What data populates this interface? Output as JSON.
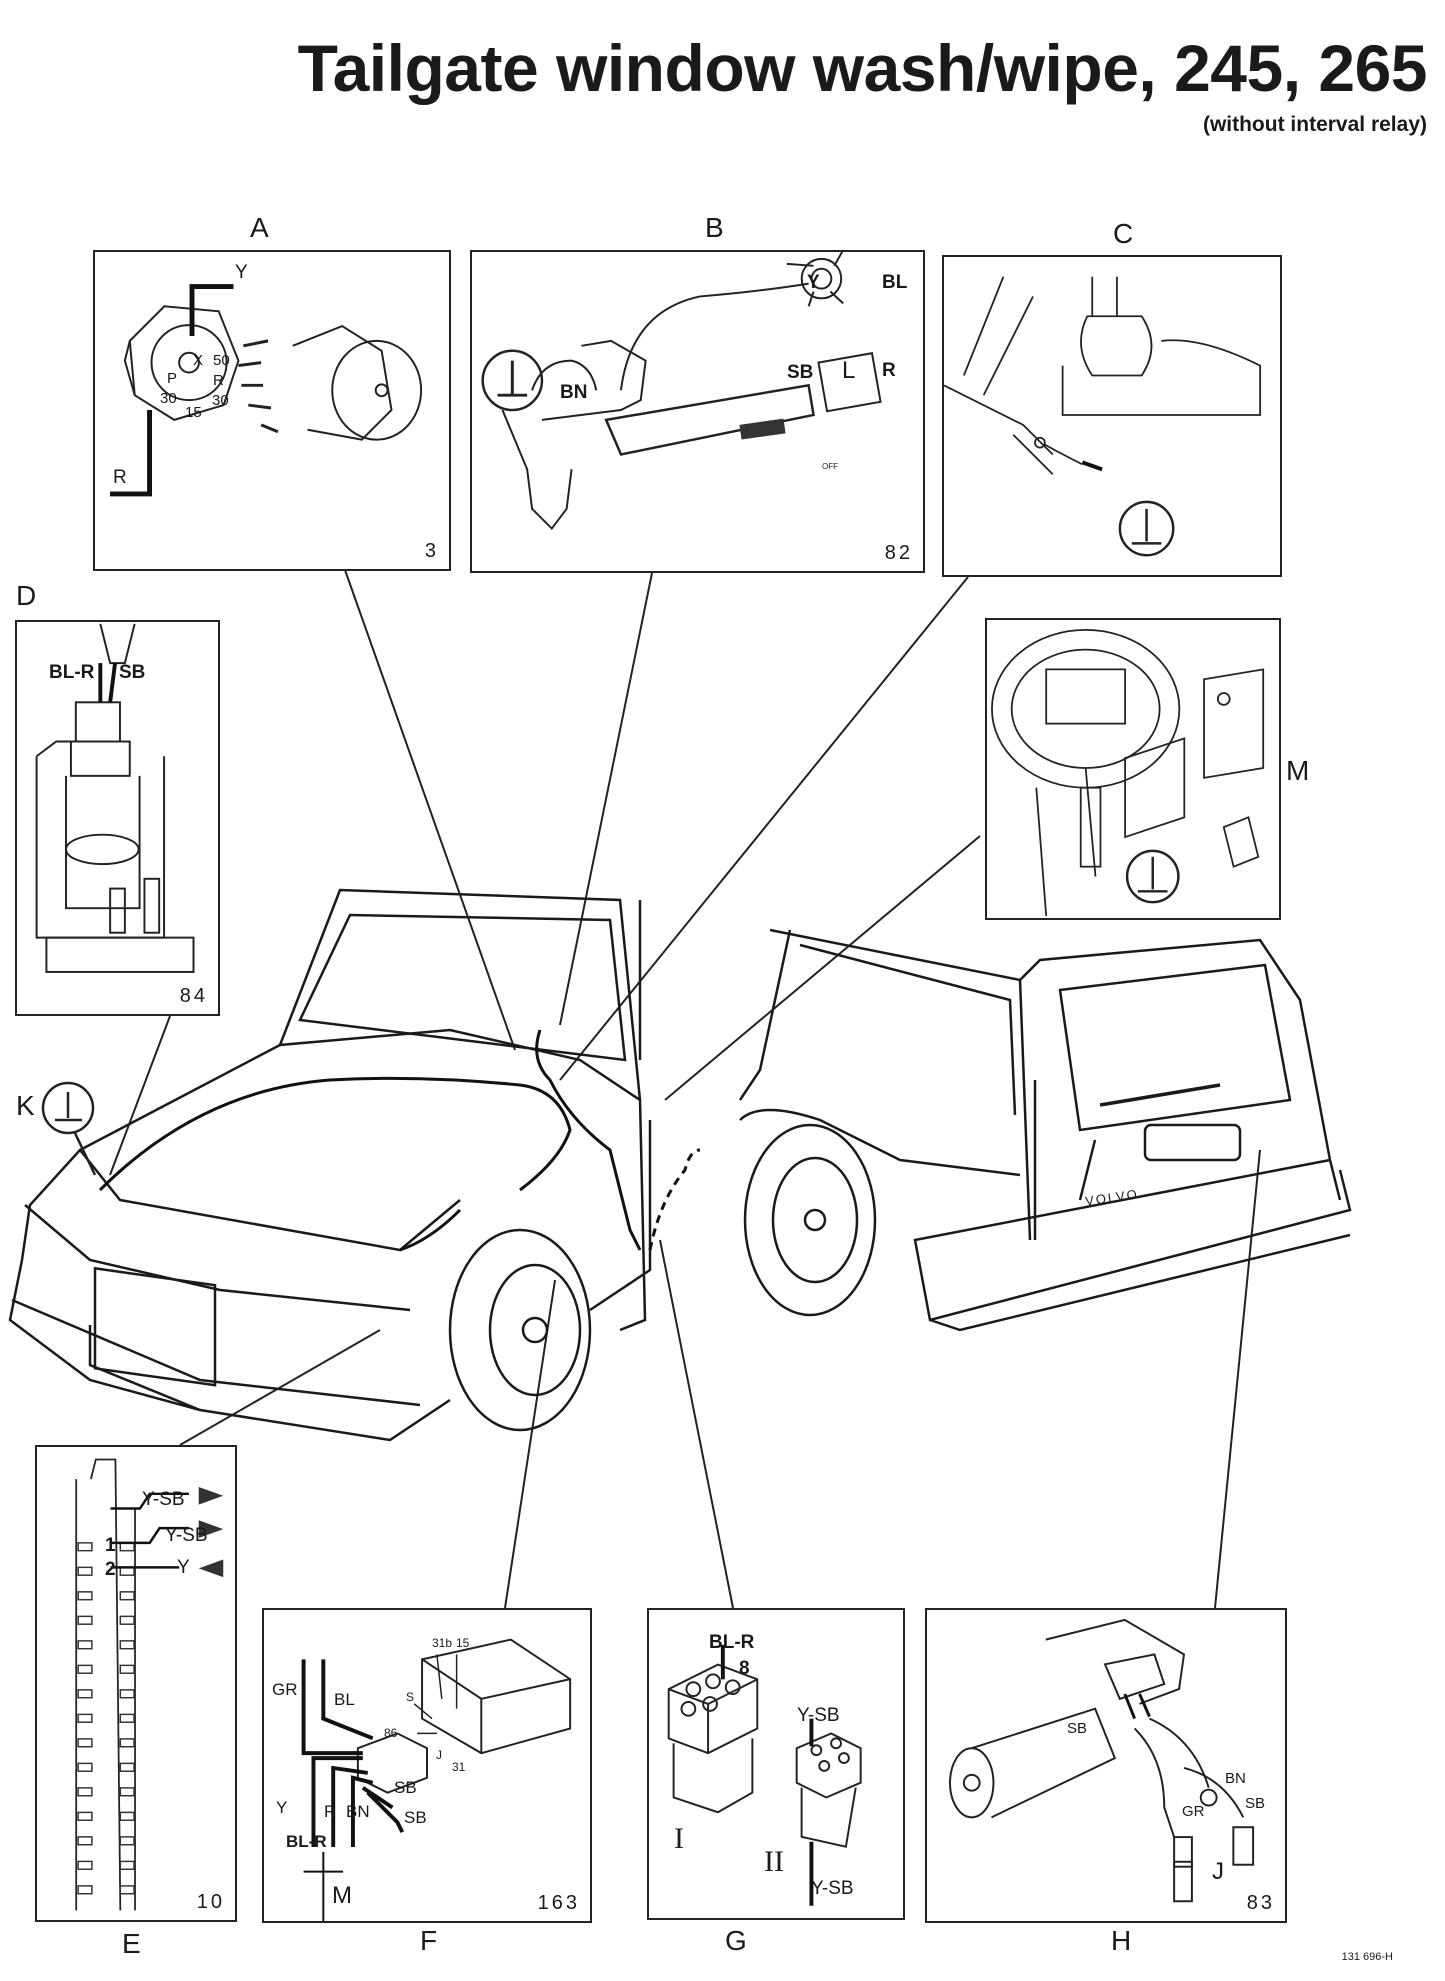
{
  "title": "Tailgate window wash/wipe, 245, 265",
  "subtitle": "(without interval relay)",
  "doc_number": "131 696-H",
  "panels": {
    "A": {
      "letter": "A",
      "number": "3",
      "labels": {
        "y": "Y",
        "r": "R",
        "x": "X",
        "p": "P",
        "t50": "50",
        "t30a": "30",
        "t30b": "30",
        "t15": "15",
        "rr": "R"
      }
    },
    "B": {
      "letter": "B",
      "number": "82",
      "labels": {
        "y": "Y",
        "bl": "BL",
        "sb": "SB",
        "l": "L",
        "r": "R",
        "bn": "BN",
        "off": "OFF"
      }
    },
    "C": {
      "letter": "C"
    },
    "D": {
      "letter": "D",
      "number": "84",
      "labels": {
        "blr": "BL-R",
        "sb": "SB"
      }
    },
    "M": {
      "letter": "M"
    },
    "K": {
      "letter": "K"
    },
    "E": {
      "letter": "E",
      "number": "10",
      "labels": {
        "ysb1": "Y-SB",
        "ysb2": "Y-SB",
        "y": "Y",
        "one": "1",
        "two": "2"
      }
    },
    "F": {
      "letter": "F",
      "number": "163",
      "labels": {
        "gr": "GR",
        "bl": "BL",
        "y": "Y",
        "r": "R",
        "bn": "BN",
        "sb1": "SB",
        "sb2": "SB",
        "blr": "BL-R",
        "m": "M",
        "t31b": "31b",
        "t15": "15",
        "s": "S",
        "t86": "86",
        "j": "J",
        "t31": "31"
      }
    },
    "G": {
      "letter": "G",
      "labels": {
        "blr": "BL-R",
        "eight": "8",
        "ysb1": "Y-SB",
        "ysb2": "Y-SB",
        "i": "I",
        "ii": "II"
      }
    },
    "H": {
      "letter": "H",
      "number": "83",
      "labels": {
        "sb1": "SB",
        "bn": "BN",
        "sb2": "SB",
        "gr": "GR",
        "j": "J"
      }
    }
  },
  "car": {
    "badge": "VOLVO"
  }
}
